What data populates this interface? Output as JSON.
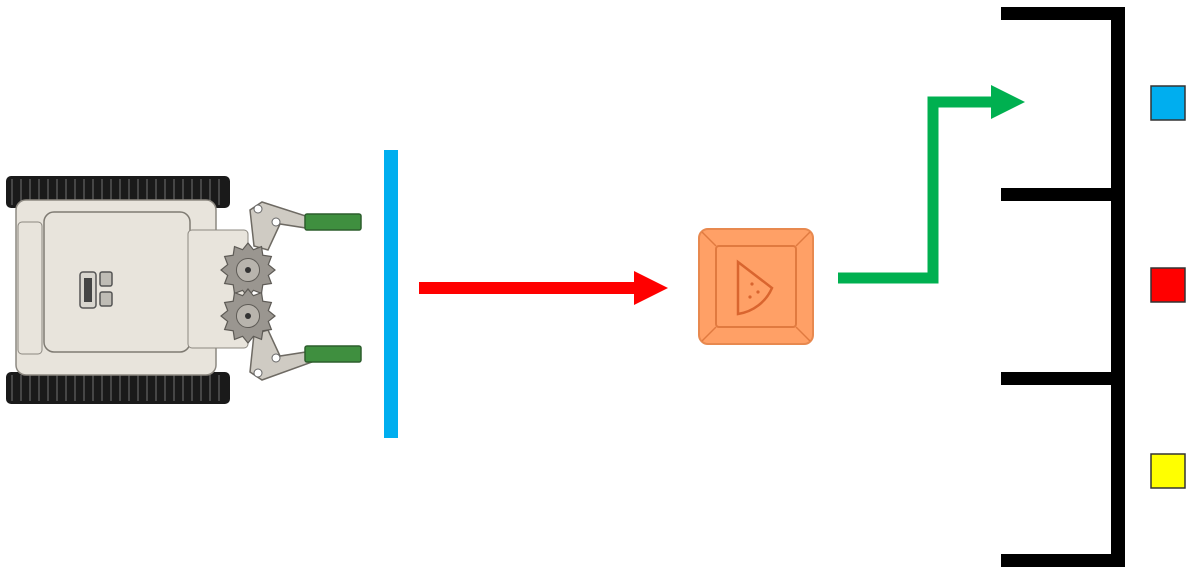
{
  "diagram": {
    "robot": {
      "icon": "robot-with-claw-icon",
      "body_color": "#e8e4dc",
      "track_color": "#1a1a1a",
      "gripper_color": "#3f8f3f",
      "gear_color": "#9a9690"
    },
    "start_line": {
      "color": "#00aeef"
    },
    "arrow_to_cube": {
      "color": "#ff0000"
    },
    "cube": {
      "icon": "watermelon-cube-icon",
      "color": "#ffa066"
    },
    "arrow_to_zone": {
      "color": "#00b050"
    },
    "zones": [
      {
        "name": "blue-zone",
        "color": "#00aeef"
      },
      {
        "name": "red-zone",
        "color": "#ff0000"
      },
      {
        "name": "yellow-zone",
        "color": "#ffff00"
      }
    ],
    "zone_wall_color": "#000000"
  }
}
